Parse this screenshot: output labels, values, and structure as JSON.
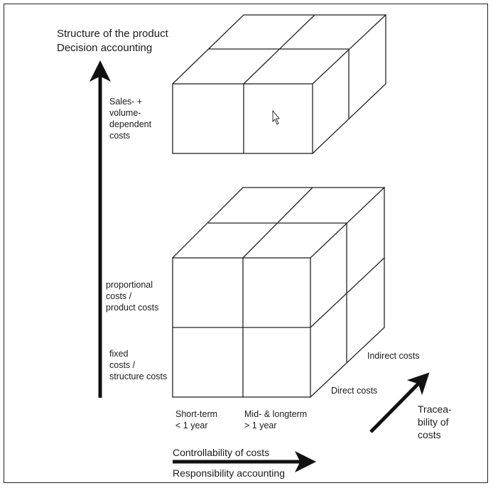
{
  "y_axis": {
    "title_line1": "Structure of the product",
    "title_line2": "Decision accounting"
  },
  "rows": {
    "sales_volume": "Sales- +\nvolume-\ndependent\ncosts",
    "proportional": "proportional\ncosts /\nproduct costs",
    "fixed": "fixed\ncosts /\nstructure costs"
  },
  "columns": {
    "short": "Short-term\n< 1 year",
    "long": "Mid- & longterm\n> 1 year"
  },
  "depth": {
    "direct": "Direct costs",
    "indirect": "Indirect costs"
  },
  "x_axis": {
    "title_line1": "Controllability of costs",
    "title_line2": "Responsibility accounting"
  },
  "z_axis": {
    "title": "Tracea-\nbility of\ncosts"
  }
}
